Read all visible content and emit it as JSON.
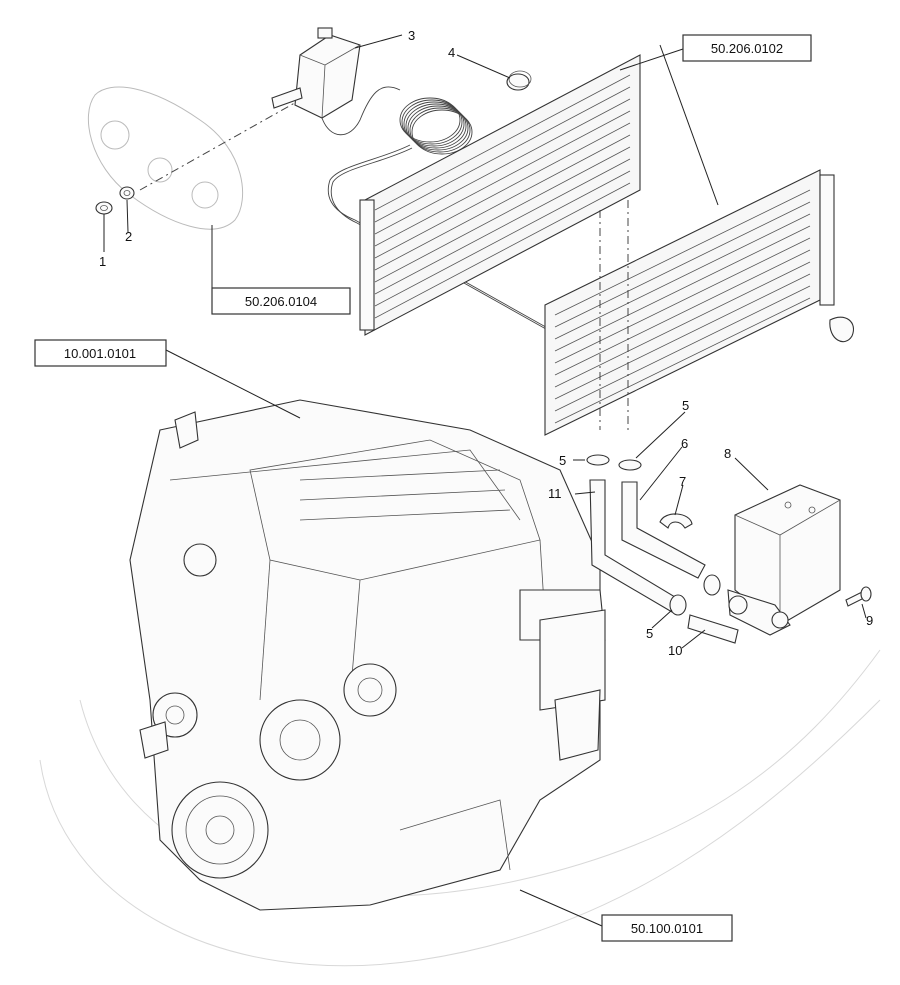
{
  "reference_boxes": {
    "heater_core": "50.206.0102",
    "control_panel": "50.206.0104",
    "engine": "10.001.0101",
    "hoses": "50.100.0101"
  },
  "callouts": {
    "p1": "1",
    "p2": "2",
    "p3": "3",
    "p4": "4",
    "p5a": "5",
    "p5b": "5",
    "p5c": "5",
    "p6": "6",
    "p7": "7",
    "p8": "8",
    "p9": "9",
    "p10": "10",
    "p11": "11"
  }
}
